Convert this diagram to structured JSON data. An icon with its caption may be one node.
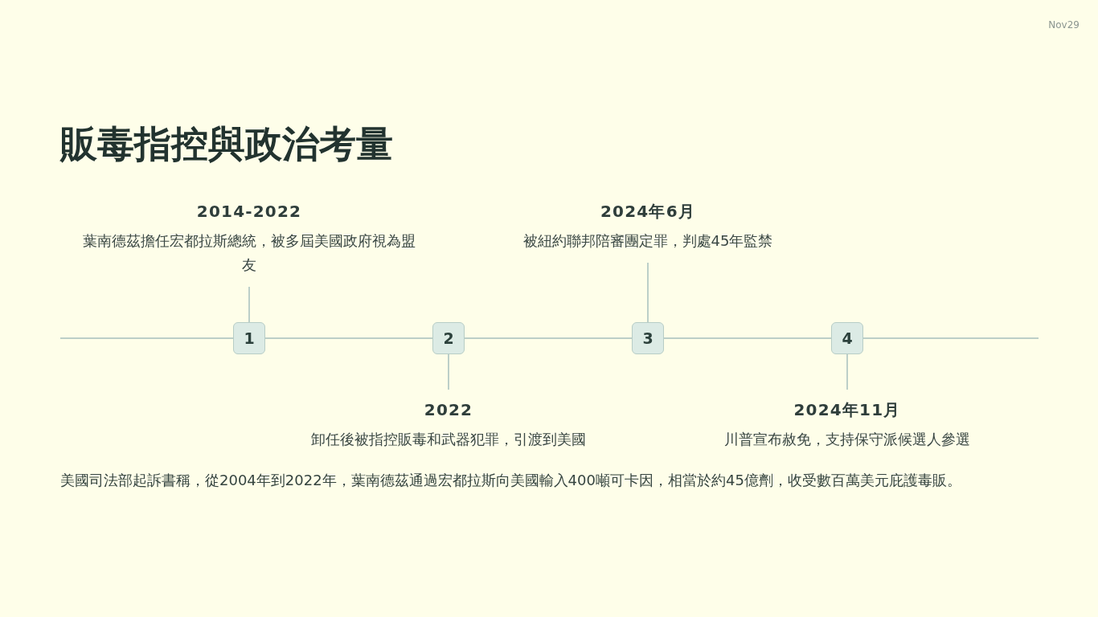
{
  "diagram": {
    "title": "販毒指控與政治考量",
    "nodes": [
      {
        "text": [
          "1"
        ]
      },
      {
        "text": [
          "2"
        ]
      },
      {
        "text": [
          "3"
        ]
      },
      {
        "text": [
          "4"
        ]
      },
      {
        "text": [
          "2014-2022",
          "葉南德茲擔任宏都拉斯總統，被多屆美國政府視為盟友"
        ]
      },
      {
        "text": [
          "2022",
          "卸任後被指控販毒和武器犯罪，引渡到美國"
        ]
      },
      {
        "text": [
          "2024年6月",
          "被紐約聯邦陪審團定罪，判處45年監禁"
        ]
      },
      {
        "text": [
          "2024年11月",
          "川普宣布赦免，支持保守派候選人參選"
        ]
      }
    ],
    "edges": [
      {
        "from": null,
        "to": 0,
        "arrow": "none"
      },
      {
        "from": 0,
        "to": 1,
        "arrow": "none"
      },
      {
        "from": 1,
        "to": 2,
        "arrow": "none"
      },
      {
        "from": 2,
        "to": 3,
        "arrow": "none"
      },
      {
        "from": 3,
        "to": null,
        "arrow": "none"
      },
      {
        "from": 0,
        "to": 4,
        "arrow": "none"
      },
      {
        "from": 1,
        "to": 5,
        "arrow": "none"
      },
      {
        "from": 2,
        "to": 6,
        "arrow": "none"
      },
      {
        "from": 3,
        "to": 7,
        "arrow": "none"
      }
    ],
    "labels": [
      "Nov29",
      "美國司法部起訴書稱，從2004年到2022年，葉南德茲通過宏都拉斯向美國輸入400噸可卡因，相當於約45億劑，收受數百萬美元庇護毒販。"
    ]
  }
}
